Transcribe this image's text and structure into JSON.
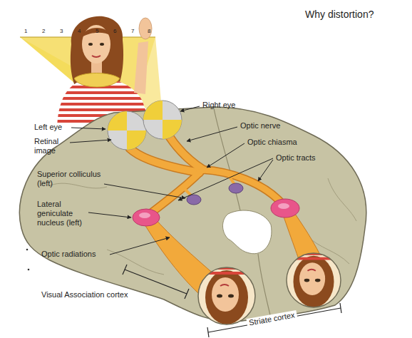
{
  "diagram": {
    "title": "Why distortion?",
    "labels": [
      "1",
      "2",
      "3",
      "4",
      "5",
      "6",
      "7",
      "8",
      "Left eye",
      "Retinal image",
      "Right eye",
      "Optic nerve",
      "Optic chiasma",
      "Optic tracts",
      "Superior colliculus (left)",
      "Lateral geniculate nucleus (left)",
      "Optic radiations",
      "Visual Association cortex",
      "Striate cortex"
    ]
  }
}
